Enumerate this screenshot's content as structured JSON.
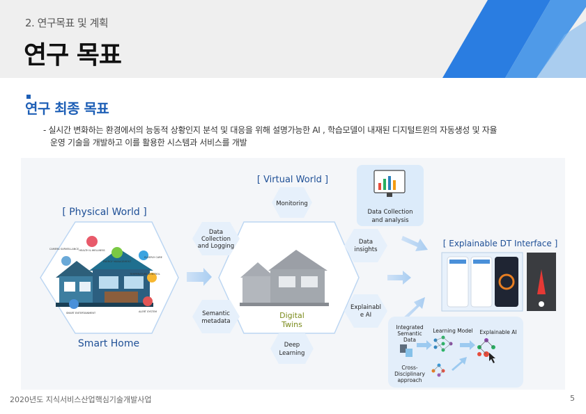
{
  "header": {
    "breadcrumb": "2. 연구목표 및 계획",
    "title": "연구 목표"
  },
  "section": {
    "title": "연구 최종 목표",
    "description_line1": "- 실시간 변화하는 환경에서의 능동적 상황인지 분석 및 대응을 위해 설명가능한 AI , 학습모델이 내재된 디지털트윈의 자동생성 및 자율",
    "description_line2": "운영 기술을 개발하고 이를 활용한 시스템과 서비스를 개발"
  },
  "figure": {
    "physical_world": "[ Physical World ]",
    "smart_home": "Smart Home",
    "virtual_world": "[ Virtual World ]",
    "digital_twins_1": "Digital",
    "digital_twins_2": "Twins",
    "monitoring": "Monitoring",
    "data_collection_logging_1": "Data",
    "data_collection_logging_2": "Collection",
    "data_collection_logging_3": "and Logging",
    "semantic_metadata_1": "Semantic",
    "semantic_metadata_2": "metadata",
    "deep_learning_1": "Deep",
    "deep_learning_2": "Learning",
    "data_insights_1": "Data",
    "data_insights_2": "insights",
    "explainable_ai_hex_1": "Explainabl",
    "explainable_ai_hex_2": "e AI",
    "data_collection_analysis_1": "Data Collection",
    "data_collection_analysis_2": "and analysis",
    "explainable_dt_interface": "[ Explainable DT Interface ]",
    "integrated_semantic_data_1": "Integrated",
    "integrated_semantic_data_2": "Semantic",
    "integrated_semantic_data_3": "Data",
    "learning_model": "Learning Model",
    "explainable_ai_label": "Explainable AI",
    "cross_disciplinary_1": "Cross-",
    "cross_disciplinary_2": "Disciplinary",
    "cross_disciplinary_3": "approach",
    "home_labels": {
      "camera": "CAMERA SURVEILLANCE",
      "health": "HEALTH & WELLNESS",
      "energy": "ENERGY MANAGEMENT",
      "elderly": "ELDERLY CARE",
      "temperature": "TEMPERATURE CONTROL",
      "entertainment": "SMART ENTERTAINMENT",
      "alert": "ALERT SYSTEM"
    }
  },
  "footer": {
    "text": "2020년도 지식서비스산업핵심기술개발사업",
    "page": "5"
  },
  "colors": {
    "accent_blue": "#1e5fb6",
    "stripe_blue": "#2a7de1",
    "hex_fill": "#e6f0fb"
  }
}
